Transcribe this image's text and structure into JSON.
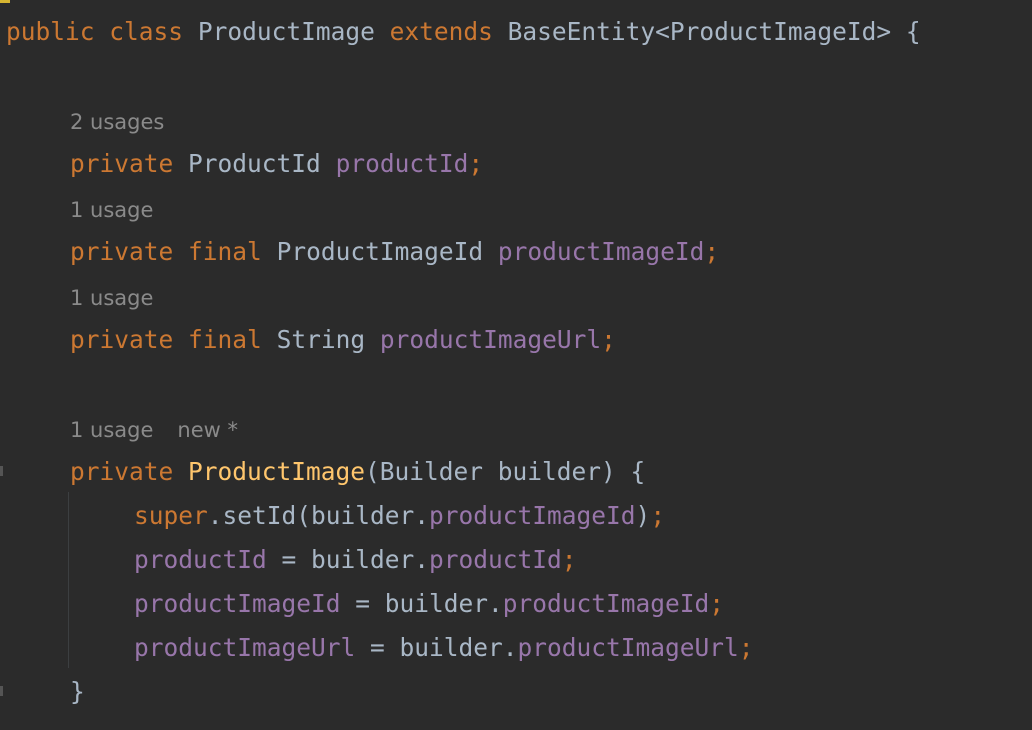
{
  "editor": {
    "class_decl": {
      "kw_public": "public",
      "kw_class": "class",
      "class_name": "ProductImage",
      "kw_extends": "extends",
      "base_type": "BaseEntity<ProductImageId>",
      "brace": "{"
    },
    "field1": {
      "hint": "2 usages",
      "kw_private": "private",
      "type": "ProductId",
      "name": "productId",
      "semi": ";"
    },
    "field2": {
      "hint": "1 usage",
      "kw_private": "private",
      "kw_final": "final",
      "type": "ProductImageId",
      "name": "productImageId",
      "semi": ";"
    },
    "field3": {
      "hint": "1 usage",
      "kw_private": "private",
      "kw_final": "final",
      "type": "String",
      "name": "productImageUrl",
      "semi": ";"
    },
    "constructor": {
      "hint_usage": "1 usage",
      "hint_new": "new *",
      "kw_private": "private",
      "name": "ProductImage",
      "params": "(Builder builder) {",
      "body": {
        "line1": {
          "kw_super": "super",
          "call": ".setId(builder.",
          "field": "productImageId",
          "close": ")",
          "semi": ";"
        },
        "line2": {
          "lhs": "productId",
          "op": " = builder.",
          "rhs": "productId",
          "semi": ";"
        },
        "line3": {
          "lhs": "productImageId",
          "op": " = builder.",
          "rhs": "productImageId",
          "semi": ";"
        },
        "line4": {
          "lhs": "productImageUrl",
          "op": " = builder.",
          "rhs": "productImageUrl",
          "semi": ";"
        }
      },
      "close_brace": "}"
    }
  }
}
